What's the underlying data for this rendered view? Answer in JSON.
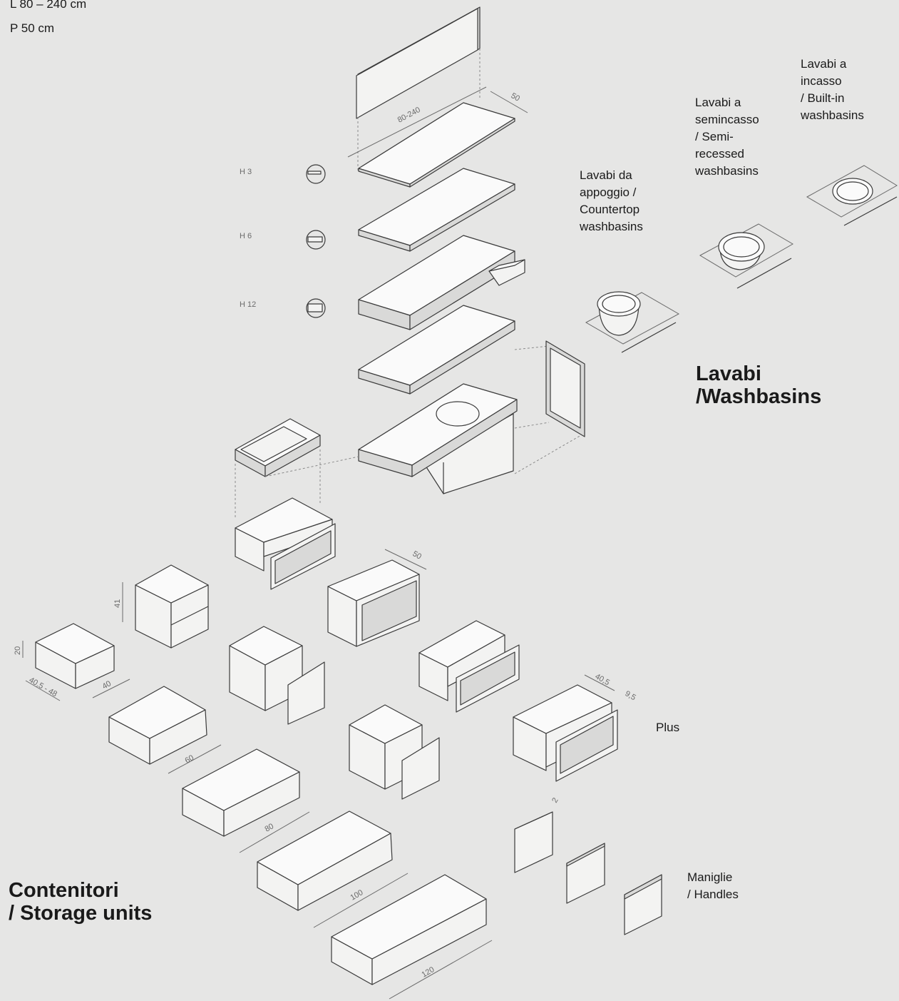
{
  "dimensions": {
    "length": "L 80 – 240 cm",
    "depth": "P 50 cm"
  },
  "top_dims": {
    "width": "80-240",
    "depth": "50"
  },
  "thickness_labels": [
    "H 3",
    "H 6",
    "H 12"
  ],
  "washbasin_types": {
    "countertop": [
      "Lavabi da",
      "appoggio /",
      "Countertop",
      "washbasins"
    ],
    "semi_recessed": [
      "Lavabi a",
      "semincasso",
      "/ Semi-",
      "recessed",
      "washbasins"
    ],
    "built_in": [
      "Lavabi a",
      "incasso",
      "/ Built-in",
      "washbasins"
    ]
  },
  "washbasins_title": [
    "Lavabi",
    "/Washbasins"
  ],
  "storage_title": [
    "Contenitori",
    "/ Storage units"
  ],
  "plus_label": "Plus",
  "handles_label": [
    "Maniglie",
    "/ Handles"
  ],
  "storage_dims": {
    "unit_height_20": "20",
    "unit_height_41": "41",
    "depth_range": "40,5 - 48",
    "w40": "40",
    "w60": "60",
    "w80": "80",
    "w100": "100",
    "w120": "120",
    "top_depth_50": "50",
    "plus_depth": "40,5",
    "plus_h": "9,5",
    "handle_gap": "2"
  },
  "colors": {
    "background": "#e6e6e5",
    "line": "#3a3a3a",
    "face": "#f2f2f1",
    "dim": "#8a8a8a"
  }
}
